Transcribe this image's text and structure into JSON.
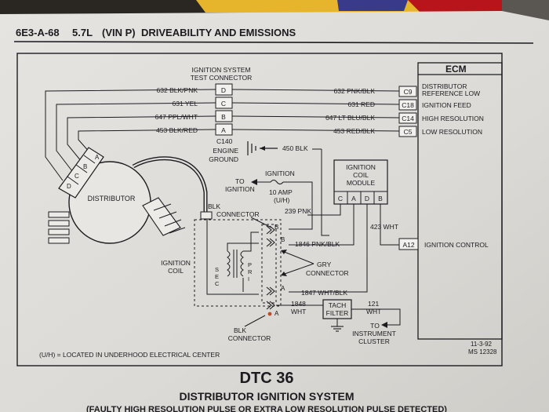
{
  "header": {
    "code": "6E3-A-68",
    "engine": "5.7L",
    "vin": "(VIN P)",
    "section": "DRIVEABILITY AND EMISSIONS"
  },
  "connector": {
    "title_line1": "IGNITION SYSTEM",
    "title_line2": "TEST CONNECTOR",
    "id": "C140",
    "pins": [
      {
        "letter": "D",
        "left_wire": "632 BLK/PNK",
        "right_wire": "632 PNK/BLK"
      },
      {
        "letter": "C",
        "left_wire": "631 YEL",
        "right_wire": "631 RED"
      },
      {
        "letter": "B",
        "left_wire": "647 PPL/WHT",
        "right_wire": "647 LT BLU/BLK"
      },
      {
        "letter": "A",
        "left_wire": "453 BLK/RED",
        "right_wire": "453 RED/BLK"
      }
    ]
  },
  "ecm": {
    "title": "ECM",
    "pins": [
      {
        "pin": "C9",
        "label_line1": "DISTRIBUTOR",
        "label_line2": "REFERENCE LOW"
      },
      {
        "pin": "C18",
        "label_line1": "IGNITION FEED",
        "label_line2": ""
      },
      {
        "pin": "C14",
        "label_line1": "HIGH RESOLUTION",
        "label_line2": ""
      },
      {
        "pin": "C5",
        "label_line1": "LOW RESOLUTION",
        "label_line2": ""
      },
      {
        "pin": "A12",
        "label_line1": "IGNITION CONTROL",
        "label_line2": ""
      }
    ]
  },
  "distributor": {
    "label": "DISTRIBUTOR",
    "pin_labels": [
      "A",
      "B",
      "C",
      "D"
    ]
  },
  "ground": {
    "line1": "ENGINE",
    "line2": "GROUND",
    "wire": "450 BLK"
  },
  "ignition_feed": {
    "label": "IGNITION",
    "to_line1": "TO",
    "to_line2": "IGNITION",
    "fuse": "10 AMP",
    "fuse_note": "(U/H)",
    "wire": "239 PNK"
  },
  "coil_module": {
    "line1": "IGNITION",
    "line2": "COIL",
    "line3": "MODULE",
    "pins": [
      "C",
      "A",
      "D",
      "B"
    ]
  },
  "wires": {
    "ignition_control": "423 WHT",
    "pnk_blk": "1846 PNK/BLK",
    "wht_blk": "1847 WHT/BLK",
    "wht_1848": "1848",
    "wht_1848b": "WHT",
    "wht_121": "121",
    "wht_121b": "WHT"
  },
  "coil": {
    "line1": "IGNITION",
    "line2": "COIL",
    "sec": [
      "S",
      "E",
      "C"
    ],
    "pri": [
      "P",
      "R",
      "I"
    ]
  },
  "blk_connector_top": {
    "line1": "BLK",
    "line2": "CONNECTOR"
  },
  "blk_connector_bottom": {
    "line1": "BLK",
    "line2": "CONNECTOR"
  },
  "gry_connector": {
    "line1": "GRY",
    "line2": "CONNECTOR"
  },
  "coil_connector_pins": [
    "B",
    "B",
    "A",
    "A"
  ],
  "tach_filter": {
    "line1": "TACH",
    "line2": "FILTER"
  },
  "instrument": {
    "line1": "TO",
    "line2": "INSTRUMENT",
    "line3": "CLUSTER"
  },
  "footnote": "(U/H) = LOCATED IN UNDERHOOD ELECTRICAL CENTER",
  "ref": {
    "date": "11-3-92",
    "ms": "MS 12328"
  },
  "dtc": "DTC 36",
  "subtitle": "DISTRIBUTOR IGNITION SYSTEM",
  "sub_subtitle": "(FAULTY HIGH RESOLUTION PULSE OR EXTRA LOW RESOLUTION PULSE DETECTED)",
  "colors": {
    "paper": "#dedcd8",
    "ink": "#1c1c20",
    "backdrop": "#2a2722",
    "accent_red": "#b8141c",
    "accent_yellow": "#e7b52b"
  }
}
